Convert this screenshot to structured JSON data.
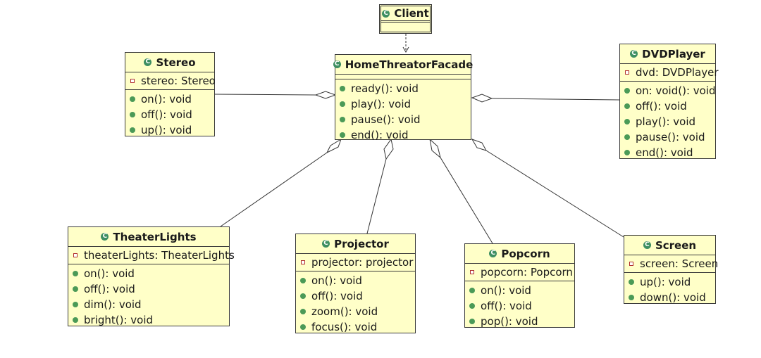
{
  "classes": {
    "client": {
      "name": "Client",
      "attrs": [],
      "ops": []
    },
    "facade": {
      "name": "HomeThreatorFacade",
      "attrs": [],
      "ops": [
        "ready(): void",
        "play(): void",
        "pause(): void",
        "end(): void"
      ]
    },
    "stereo": {
      "name": "Stereo",
      "attrs": [
        "stereo: Stereo"
      ],
      "ops": [
        "on(): void",
        "off(): void",
        "up(): void"
      ]
    },
    "dvd": {
      "name": "DVDPlayer",
      "attrs": [
        "dvd: DVDPlayer"
      ],
      "ops": [
        "on: void(): void",
        "off(): void",
        "play(): void",
        "pause(): void",
        "end(): void"
      ]
    },
    "lights": {
      "name": "TheaterLights",
      "attrs": [
        "theaterLights: TheaterLights"
      ],
      "ops": [
        "on(): void",
        "off(): void",
        "dim(): void",
        "bright(): void"
      ]
    },
    "projector": {
      "name": "Projector",
      "attrs": [
        "projector: projector"
      ],
      "ops": [
        "on(): void",
        "off(): void",
        "zoom(): void",
        "focus(): void"
      ]
    },
    "popcorn": {
      "name": "Popcorn",
      "attrs": [
        "popcorn: Popcorn"
      ],
      "ops": [
        "on(): void",
        "off(): void",
        "pop(): void"
      ]
    },
    "screen": {
      "name": "Screen",
      "attrs": [
        "screen: Screen"
      ],
      "ops": [
        "up(): void",
        "down(): void"
      ]
    }
  },
  "relations": [
    {
      "type": "dependency",
      "from": "client",
      "to": "facade"
    },
    {
      "type": "aggregation",
      "whole": "facade",
      "part": "stereo"
    },
    {
      "type": "aggregation",
      "whole": "facade",
      "part": "dvd"
    },
    {
      "type": "aggregation",
      "whole": "facade",
      "part": "lights"
    },
    {
      "type": "aggregation",
      "whole": "facade",
      "part": "projector"
    },
    {
      "type": "aggregation",
      "whole": "facade",
      "part": "popcorn"
    },
    {
      "type": "aggregation",
      "whole": "facade",
      "part": "screen"
    }
  ],
  "colors": {
    "class_fill": "#ffffc8",
    "class_icon": "#3e8f62",
    "public_icon": "#4b9a57",
    "private_icon": "#b03030",
    "line": "#333333"
  }
}
